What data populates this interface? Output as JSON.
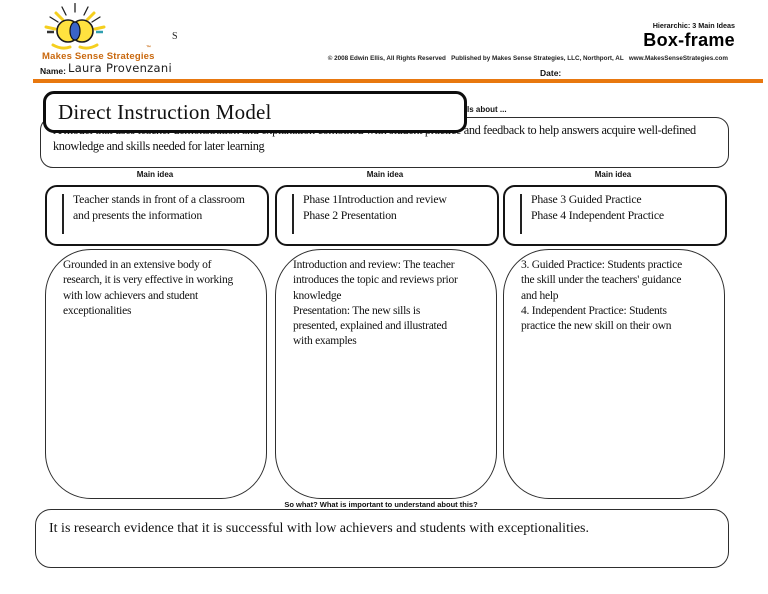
{
  "header": {
    "brand": "Makes Sense Strategies",
    "trademark": "™",
    "s_glyph": "S",
    "hierarchic": "Hierarchic: 3 Main Ideas",
    "product": "Box-frame",
    "copyright": "© 2008 Edwin Ellis, All Rights Reserved   Published by Makes Sense Strategies, LLC, Northport, AL   www.MakesSenseStrategies.com",
    "name_label": "Name:",
    "name_value": "Laura Provenzani",
    "date_label": "Date:",
    "accent_color": "#E8780F",
    "logo": {
      "icon": "sun-eye-logo",
      "yellow": "#F5CF1E",
      "blue": "#3A64C8",
      "teal": "#2E9FB0"
    }
  },
  "topic": {
    "title": "Direct Instruction Model",
    "is_about_label": "Is about ...",
    "description": "A model that uses teacher demonstration and explanation combined with student practice and feedback to help answers acquire well-defined\nknowledge and skills needed for later learning"
  },
  "columns": [
    {
      "label": "Main idea",
      "main_idea": "Teacher stands in front of a classroom\nand presents the information",
      "details": "Grounded in an extensive body of\nresearch, it is very effective in working\nwith low achievers and student\nexceptionalities"
    },
    {
      "label": "Main idea",
      "main_idea": "Phase 1Introduction and review\nPhase 2 Presentation",
      "details": "Introduction and review: The teacher\nintroduces the topic and reviews prior\nknowledge\nPresentation: The new sills is\npresented, explained and illustrated\nwith examples"
    },
    {
      "label": "Main idea",
      "main_idea": "Phase 3 Guided Practice\nPhase 4 Independent Practice",
      "details": "3. Guided Practice: Students practice\nthe skill under the teachers' guidance\nand help\n4. Independent Practice: Students\npractice the new skill on their own"
    }
  ],
  "so_what": {
    "label": "So what? What is important to understand about this?",
    "text": "It is research evidence that it is successful with low achievers and students with exceptionalities."
  }
}
